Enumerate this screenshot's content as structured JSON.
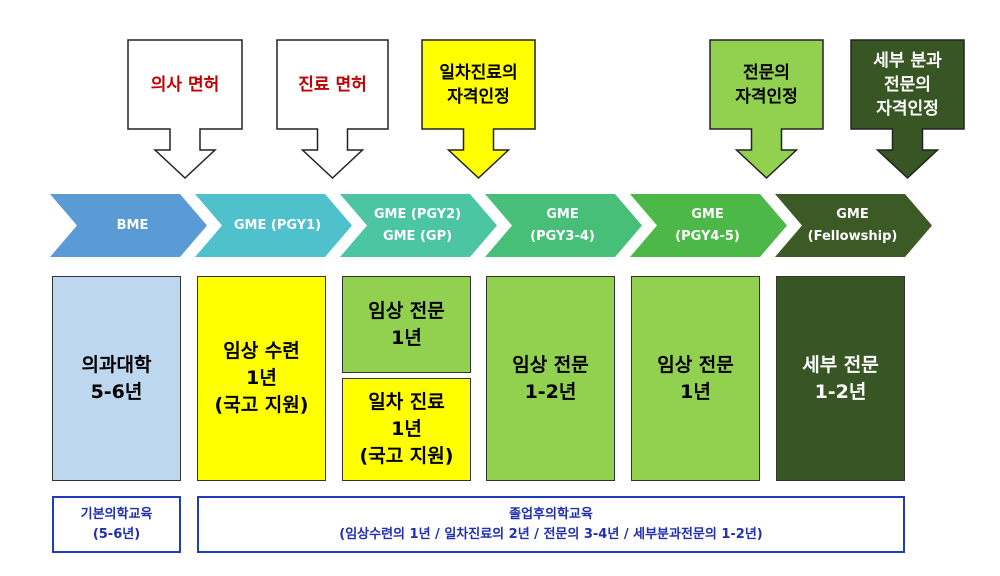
{
  "callouts": [
    {
      "label": "의사 면허",
      "fill": "#ffffff",
      "text_color": "#c00000"
    },
    {
      "label": "진료 면허",
      "fill": "#ffffff",
      "text_color": "#c00000"
    },
    {
      "label": "일차진료의\n자격인정",
      "fill": "#ffff00",
      "text_color": "#000000"
    },
    {
      "label": "전문의\n자격인정",
      "fill": "#92d050",
      "text_color": "#000000"
    },
    {
      "label": "세부 분과\n전문의\n자격인정",
      "fill": "#375623",
      "text_color": "#ffffff"
    }
  ],
  "stages": [
    {
      "label": "BME",
      "color": "#5b9bd5"
    },
    {
      "label": "GME (PGY1)",
      "color": "#4fc1cc"
    },
    {
      "label": "GME (PGY2)\nGME (GP)",
      "color": "#4cc6a2"
    },
    {
      "label": "GME\n(PGY3-4)",
      "color": "#47bf78"
    },
    {
      "label": "GME\n(PGY4-5)",
      "color": "#4cb847"
    },
    {
      "label": "GME\n(Fellowship)",
      "color": "#3b5a25"
    }
  ],
  "boxes": [
    {
      "label": "의과대학\n5-6년",
      "fill": "#bdd7ee",
      "text_color": "#000000"
    },
    {
      "label": "임상 수련\n1년\n(국고 지원)",
      "fill": "#ffff00",
      "text_color": "#000000"
    },
    {
      "label": "임상 전문\n1년",
      "fill": "#92d050",
      "text_color": "#000000"
    },
    {
      "label": "일차 진료\n1년\n(국고 지원)",
      "fill": "#ffff00",
      "text_color": "#000000"
    },
    {
      "label": "임상 전문\n1-2년",
      "fill": "#92d050",
      "text_color": "#000000"
    },
    {
      "label": "임상 전문\n1년",
      "fill": "#92d050",
      "text_color": "#000000"
    },
    {
      "label": "세부 전문\n1-2년",
      "fill": "#375623",
      "text_color": "#ffffff"
    }
  ],
  "footer": {
    "basic": "기본의학교육\n(5-6년)",
    "graduate": "졸업후의학교육\n(임상수련의 1년 / 일차진료의 2년 / 전문의 3-4년 / 세부분과전문의 1-2년)"
  }
}
